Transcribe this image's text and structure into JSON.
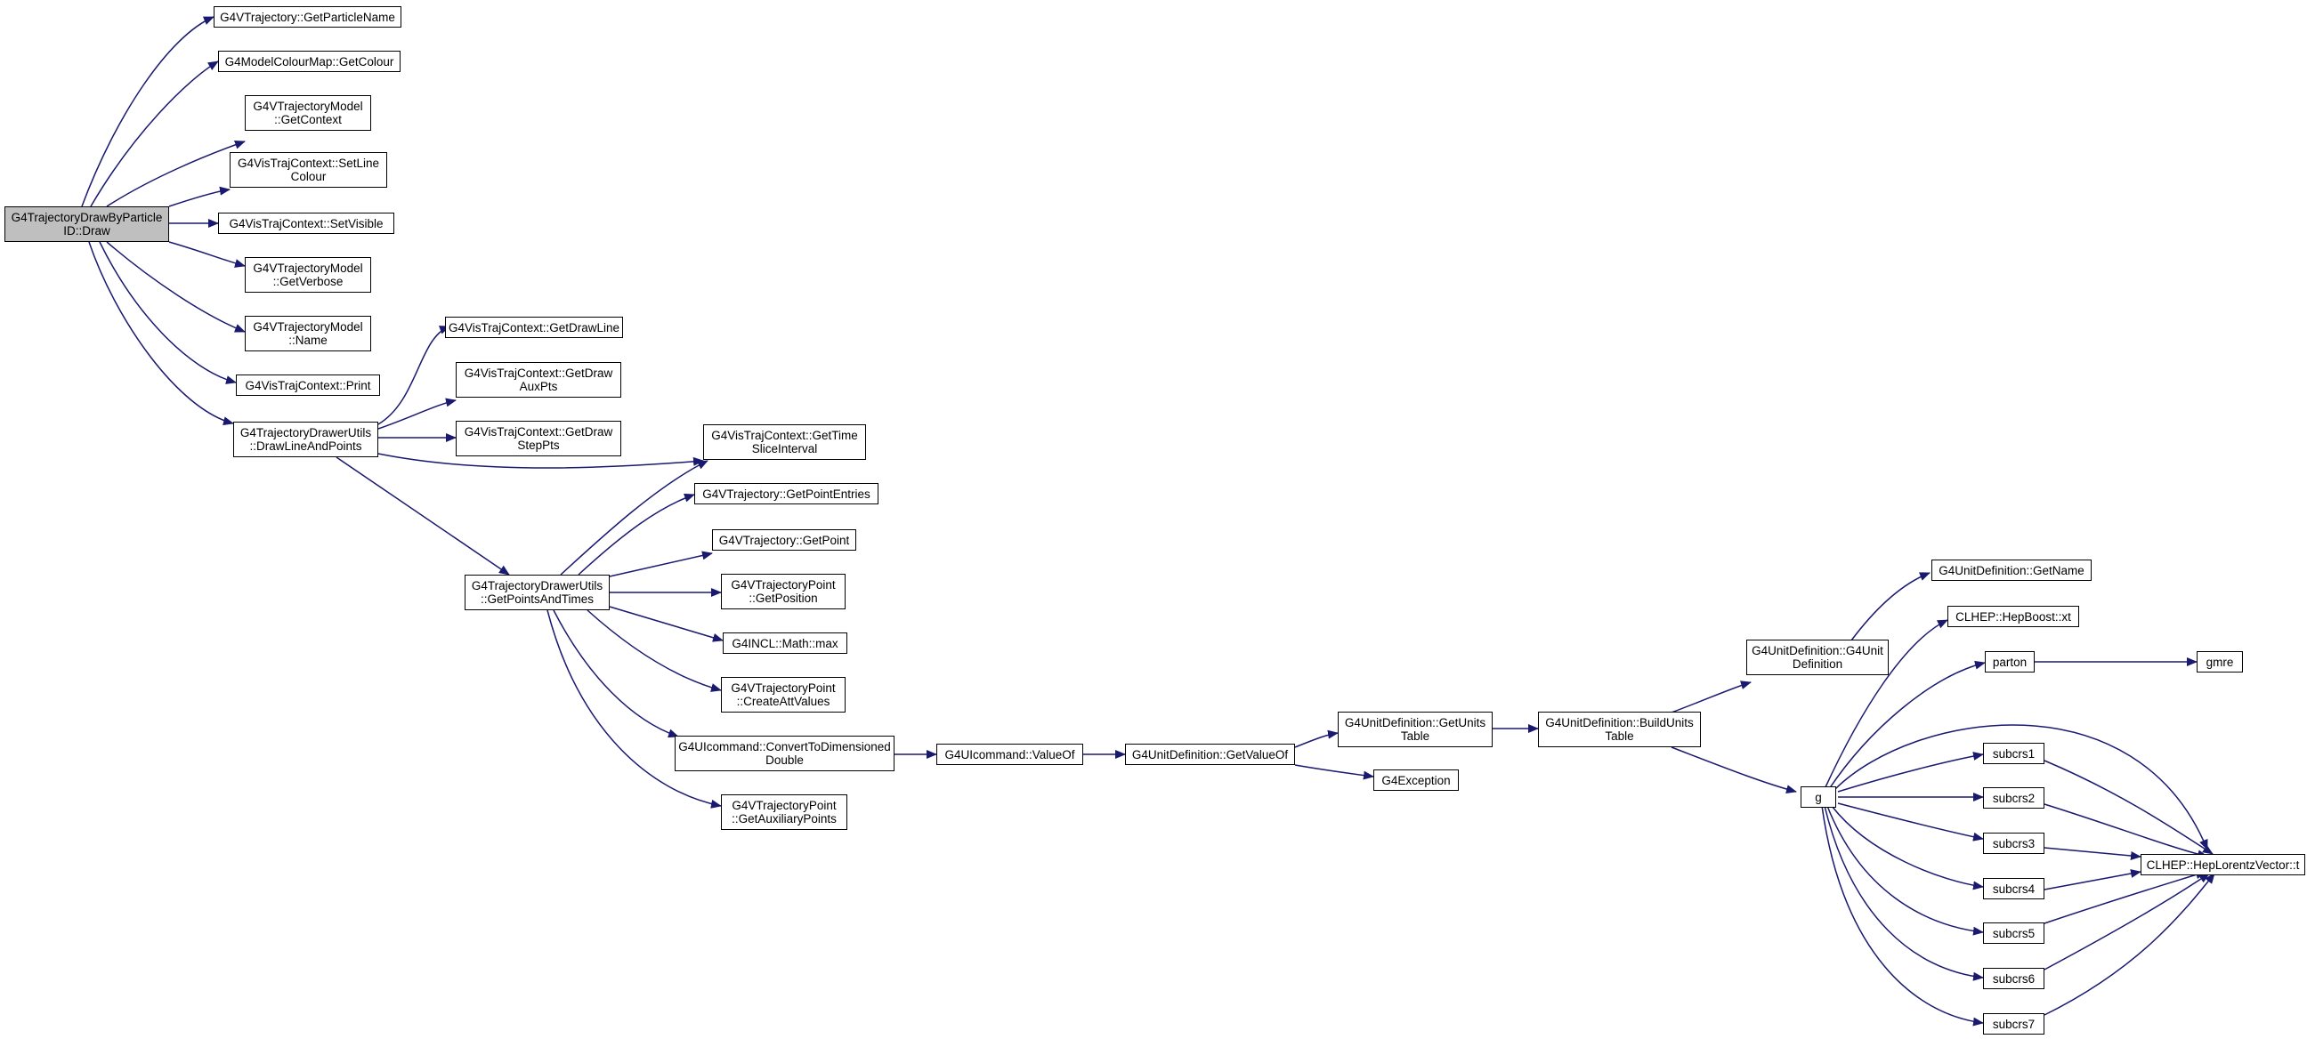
{
  "colors": {
    "edge": "#191970",
    "node_border": "#000000",
    "node_fill": "#ffffff",
    "root_fill": "#bfbfbf"
  },
  "nodes": {
    "draw": "G4TrajectoryDrawByParticle\nID::Draw",
    "get_particle_name": "G4VTrajectory::GetParticleName",
    "get_colour": "G4ModelColourMap::GetColour",
    "get_context": "G4VTrajectoryModel\n::GetContext",
    "set_line_colour": "G4VisTrajContext::SetLine\nColour",
    "set_visible": "G4VisTrajContext::SetVisible",
    "get_verbose": "G4VTrajectoryModel\n::GetVerbose",
    "name": "G4VTrajectoryModel\n::Name",
    "print": "G4VisTrajContext::Print",
    "draw_line_and_points": "G4TrajectoryDrawerUtils\n::DrawLineAndPoints",
    "get_draw_line": "G4VisTrajContext::GetDrawLine",
    "get_draw_aux_pts": "G4VisTrajContext::GetDraw\nAuxPts",
    "get_draw_step_pts": "G4VisTrajContext::GetDraw\nStepPts",
    "get_time_slice_interval": "G4VisTrajContext::GetTime\nSliceInterval",
    "get_point_entries": "G4VTrajectory::GetPointEntries",
    "get_point": "G4VTrajectory::GetPoint",
    "get_points_and_times": "G4TrajectoryDrawerUtils\n::GetPointsAndTimes",
    "get_position": "G4VTrajectoryPoint\n::GetPosition",
    "math_max": "G4INCL::Math::max",
    "create_att_values": "G4VTrajectoryPoint\n::CreateAttValues",
    "convert_to_dimensioned_double": "G4UIcommand::ConvertToDimensioned\nDouble",
    "get_auxiliary_points": "G4VTrajectoryPoint\n::GetAuxiliaryPoints",
    "value_of": "G4UIcommand::ValueOf",
    "get_value_of": "G4UnitDefinition::GetValueOf",
    "get_units_table": "G4UnitDefinition::GetUnits\nTable",
    "g4exception": "G4Exception",
    "build_units_table": "G4UnitDefinition::BuildUnits\nTable",
    "g4unit_definition": "G4UnitDefinition::G4Unit\nDefinition",
    "g": "g",
    "get_name": "G4UnitDefinition::GetName",
    "hep_boost_xt": "CLHEP::HepBoost::xt",
    "parton": "parton",
    "gmre": "gmre",
    "subcrs1": "subcrs1",
    "subcrs2": "subcrs2",
    "subcrs3": "subcrs3",
    "subcrs4": "subcrs4",
    "subcrs5": "subcrs5",
    "subcrs6": "subcrs6",
    "subcrs7": "subcrs7",
    "hep_lorentz_vector_t": "CLHEP::HepLorentzVector::t"
  }
}
